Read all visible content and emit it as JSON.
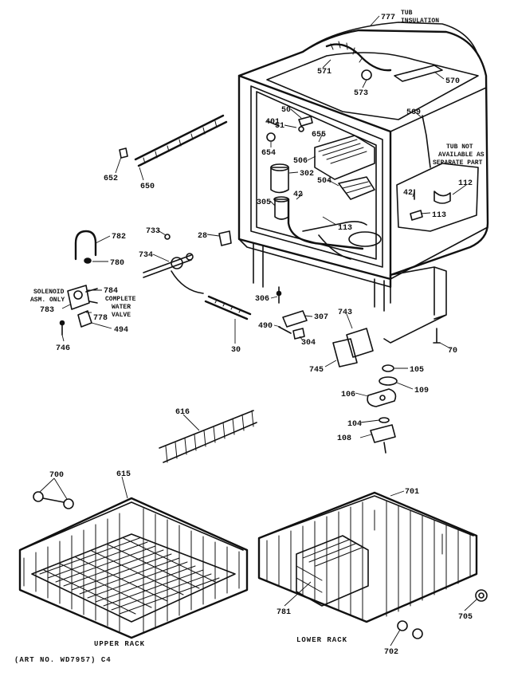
{
  "callouts": {
    "p777": "777",
    "p571": "571",
    "p573": "573",
    "p570": "570",
    "p569": "569",
    "p50": "50",
    "p401": "401",
    "p51": "51",
    "p655": "655",
    "p654": "654",
    "p506": "506",
    "p302": "302",
    "p504": "504",
    "p42a": "42",
    "p305": "305",
    "p113a": "113",
    "p652": "652",
    "p650": "650",
    "p42b": "42",
    "p112": "112",
    "p113b": "113",
    "p782": "782",
    "p780": "780",
    "p733": "733",
    "p28": "28",
    "p734": "734",
    "p784": "784",
    "p783": "783",
    "p778": "778",
    "p494": "494",
    "p746": "746",
    "p306": "306",
    "p307": "307",
    "p490": "490",
    "p304": "304",
    "p743": "743",
    "p745": "745",
    "p30": "30",
    "p70": "70",
    "p105": "105",
    "p109": "109",
    "p106": "106",
    "p104": "104",
    "p108": "108",
    "p616": "616",
    "p700": "700",
    "p615": "615",
    "p701": "701",
    "p781": "781",
    "p705": "705",
    "p702": "702"
  },
  "notes": {
    "tub_insulation_1": "TUB",
    "tub_insulation_2": "INSULATION",
    "not_available_1": "TUB NOT",
    "not_available_2": "AVAILABLE AS",
    "not_available_3": "SEPARATE PART",
    "solenoid_1": "SOLENOID",
    "solenoid_2": "ASM. ONLY",
    "complete_1": "COMPLETE",
    "complete_2": "WATER",
    "complete_3": "VALVE"
  },
  "captions": {
    "upper_rack": "UPPER RACK",
    "lower_rack": "LOWER RACK",
    "art_no": "(ART NO. WD7957) C4"
  }
}
